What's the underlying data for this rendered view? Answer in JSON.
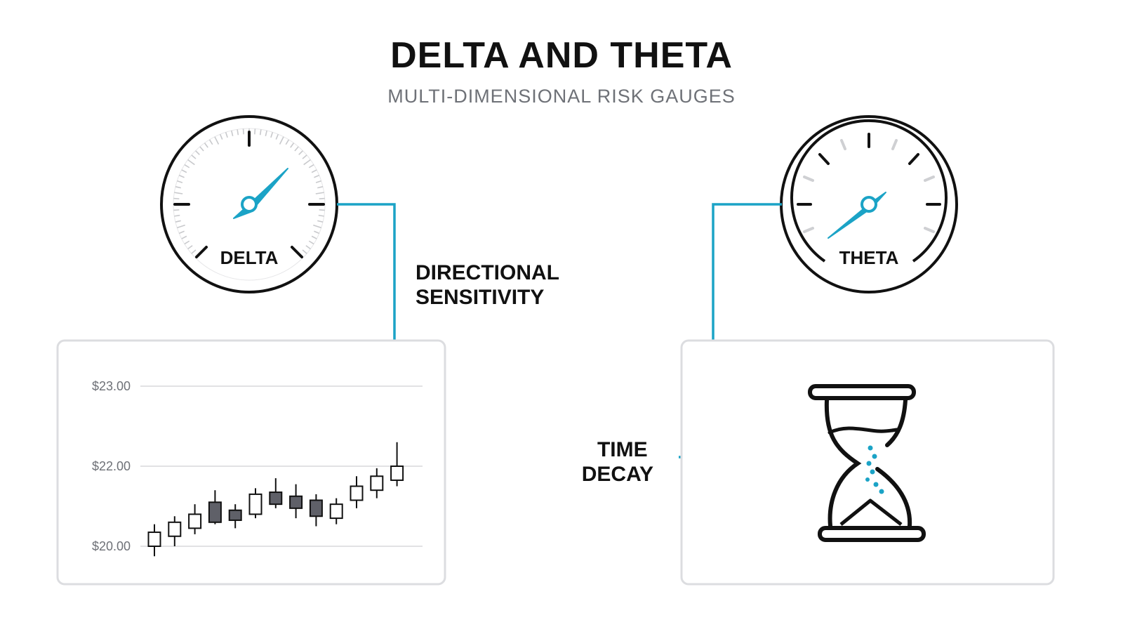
{
  "title": "DELTA AND THETA",
  "subtitle": "MULTI-DIMENSIONAL RISK GAUGES",
  "delta_gauge": {
    "label": "DELTA"
  },
  "theta_gauge": {
    "label": "THETA"
  },
  "directional_label": {
    "line1": "DIRECTIONAL",
    "line2": "SENSITIVITY"
  },
  "time_decay_label": {
    "line1": "TIME",
    "line2": "DECAY"
  },
  "colors": {
    "accent": "#1ba3c6",
    "ink": "#111111",
    "muted": "#6e7177",
    "bearish_fill": "#5f6068",
    "panel_border": "#dcdde0",
    "gridline": "#d8d9dc"
  },
  "icons": {
    "hourglass": "hourglass-icon"
  },
  "chart_data": {
    "type": "candlestick",
    "ytick_labels": [
      "$23.00",
      "$22.00",
      "$20.00"
    ],
    "ytick_values": [
      23,
      22,
      20
    ],
    "ylim": [
      19.8,
      23.15
    ],
    "candles": [
      {
        "open": 20.0,
        "close": 20.35,
        "high": 20.55,
        "low": 19.75
      },
      {
        "open": 20.25,
        "close": 20.6,
        "high": 20.75,
        "low": 20.0
      },
      {
        "open": 20.45,
        "close": 20.8,
        "high": 21.05,
        "low": 20.3
      },
      {
        "open": 21.1,
        "close": 20.6,
        "high": 21.4,
        "low": 20.55
      },
      {
        "open": 20.9,
        "close": 20.65,
        "high": 21.05,
        "low": 20.45
      },
      {
        "open": 20.8,
        "close": 21.3,
        "high": 21.45,
        "low": 20.7
      },
      {
        "open": 21.35,
        "close": 21.05,
        "high": 21.7,
        "low": 20.95
      },
      {
        "open": 21.25,
        "close": 20.95,
        "high": 21.55,
        "low": 20.7
      },
      {
        "open": 21.15,
        "close": 20.75,
        "high": 21.3,
        "low": 20.5
      },
      {
        "open": 20.7,
        "close": 21.05,
        "high": 21.2,
        "low": 20.55
      },
      {
        "open": 21.15,
        "close": 21.5,
        "high": 21.75,
        "low": 20.95
      },
      {
        "open": 21.4,
        "close": 21.75,
        "high": 21.95,
        "low": 21.2
      },
      {
        "open": 21.65,
        "close": 22.0,
        "high": 22.3,
        "low": 21.5
      }
    ]
  }
}
